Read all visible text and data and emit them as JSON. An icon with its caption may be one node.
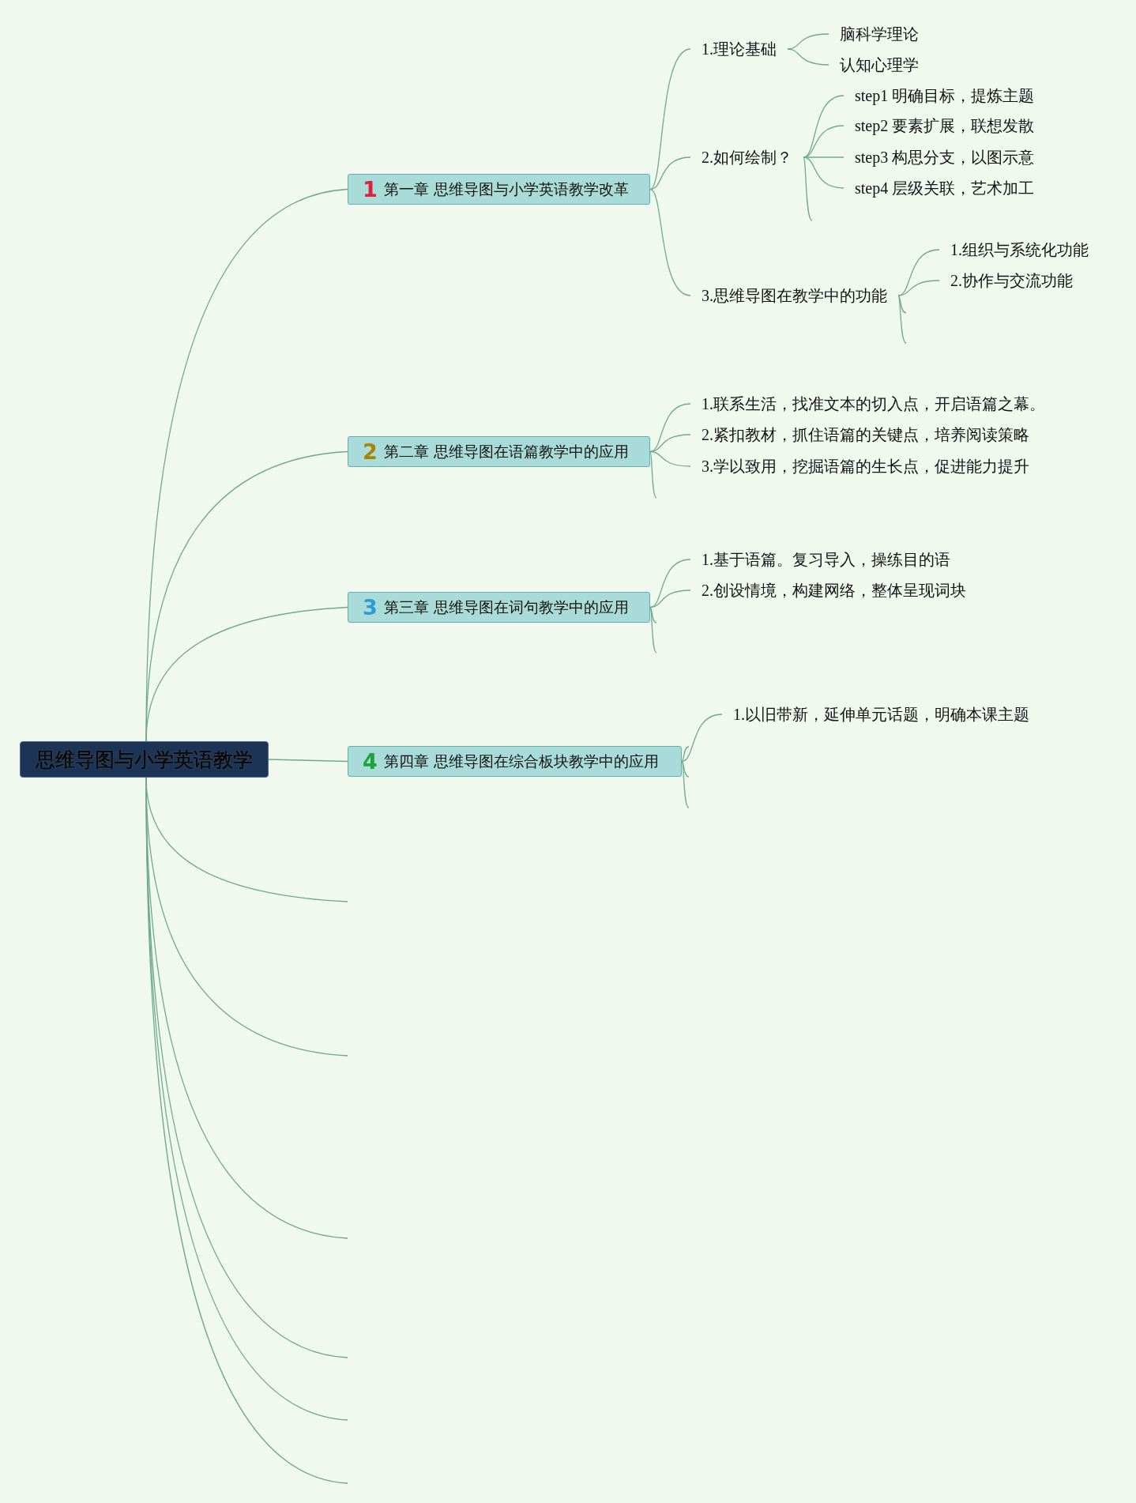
{
  "diagram": {
    "nodes": [
      {
        "text": [
          "思维导图与小学英语教学"
        ]
      },
      {
        "text": [
          "1",
          "第一章 思维导图与小学英语教学改革"
        ]
      },
      {
        "text": [
          "1.理论基础"
        ]
      },
      {
        "text": [
          "脑科学理论"
        ]
      },
      {
        "text": [
          "认知心理学"
        ]
      },
      {
        "text": [
          "2.如何绘制？"
        ]
      },
      {
        "text": [
          "step1 明确目标，提炼主题"
        ]
      },
      {
        "text": [
          "step2 要素扩展，联想发散"
        ]
      },
      {
        "text": [
          "step3 构思分支，以图示意"
        ]
      },
      {
        "text": [
          "step4 层级关联，艺术加工"
        ]
      },
      {
        "text": [
          "3.思维导图在教学中的功能"
        ]
      },
      {
        "text": [
          "1.组织与系统化功能"
        ]
      },
      {
        "text": [
          "2.协作与交流功能"
        ]
      },
      {
        "text": [
          "2",
          "第二章 思维导图在语篇教学中的应用"
        ]
      },
      {
        "text": [
          "1.联系生活，找准文本的切入点，开启语篇之幕。"
        ]
      },
      {
        "text": [
          "2.紧扣教材，抓住语篇的关键点，培养阅读策略"
        ]
      },
      {
        "text": [
          "3.学以致用，挖掘语篇的生长点，促进能力提升"
        ]
      },
      {
        "text": [
          "3",
          "第三章 思维导图在词句教学中的应用"
        ]
      },
      {
        "text": [
          "1.基于语篇。复习导入，操练目的语"
        ]
      },
      {
        "text": [
          "2.创设情境，构建网络，整体呈现词块"
        ]
      },
      {
        "text": [
          "4",
          "第四章 思维导图在综合板块教学中的应用"
        ]
      },
      {
        "text": [
          "1.以旧带新，延伸单元话题，明确本课主题"
        ]
      }
    ],
    "edges": [
      {
        "from": 0,
        "to": 1,
        "arrow": "none"
      },
      {
        "from": 0,
        "to": 13,
        "arrow": "none"
      },
      {
        "from": 0,
        "to": 17,
        "arrow": "none"
      },
      {
        "from": 0,
        "to": 20,
        "arrow": "none"
      },
      {
        "from": 0,
        "to": null,
        "arrow": "none"
      },
      {
        "from": 0,
        "to": null,
        "arrow": "none"
      },
      {
        "from": 0,
        "to": null,
        "arrow": "none"
      },
      {
        "from": 0,
        "to": null,
        "arrow": "none"
      },
      {
        "from": 0,
        "to": null,
        "arrow": "none"
      },
      {
        "from": 0,
        "to": null,
        "arrow": "none"
      },
      {
        "from": 1,
        "to": 2,
        "arrow": "none"
      },
      {
        "from": 1,
        "to": 5,
        "arrow": "none"
      },
      {
        "from": 1,
        "to": 10,
        "arrow": "none"
      },
      {
        "from": 2,
        "to": 3,
        "arrow": "none"
      },
      {
        "from": 2,
        "to": 4,
        "arrow": "none"
      },
      {
        "from": 5,
        "to": 6,
        "arrow": "none"
      },
      {
        "from": 5,
        "to": 7,
        "arrow": "none"
      },
      {
        "from": 5,
        "to": 8,
        "arrow": "none"
      },
      {
        "from": 5,
        "to": 9,
        "arrow": "none"
      },
      {
        "from": 5,
        "to": null,
        "arrow": "none"
      },
      {
        "from": 10,
        "to": 11,
        "arrow": "none"
      },
      {
        "from": 10,
        "to": 12,
        "arrow": "none"
      },
      {
        "from": 10,
        "to": null,
        "arrow": "none"
      },
      {
        "from": 10,
        "to": null,
        "arrow": "none"
      },
      {
        "from": 13,
        "to": 14,
        "arrow": "none"
      },
      {
        "from": 13,
        "to": 15,
        "arrow": "none"
      },
      {
        "from": 13,
        "to": 16,
        "arrow": "none"
      },
      {
        "from": 13,
        "to": null,
        "arrow": "none"
      },
      {
        "from": 17,
        "to": 18,
        "arrow": "none"
      },
      {
        "from": 17,
        "to": 19,
        "arrow": "none"
      },
      {
        "from": 17,
        "to": null,
        "arrow": "none"
      },
      {
        "from": 17,
        "to": null,
        "arrow": "none"
      },
      {
        "from": 20,
        "to": 21,
        "arrow": "none"
      },
      {
        "from": 20,
        "to": null,
        "arrow": "none"
      },
      {
        "from": 20,
        "to": null,
        "arrow": "none"
      },
      {
        "from": 20,
        "to": null,
        "arrow": "none"
      }
    ]
  }
}
